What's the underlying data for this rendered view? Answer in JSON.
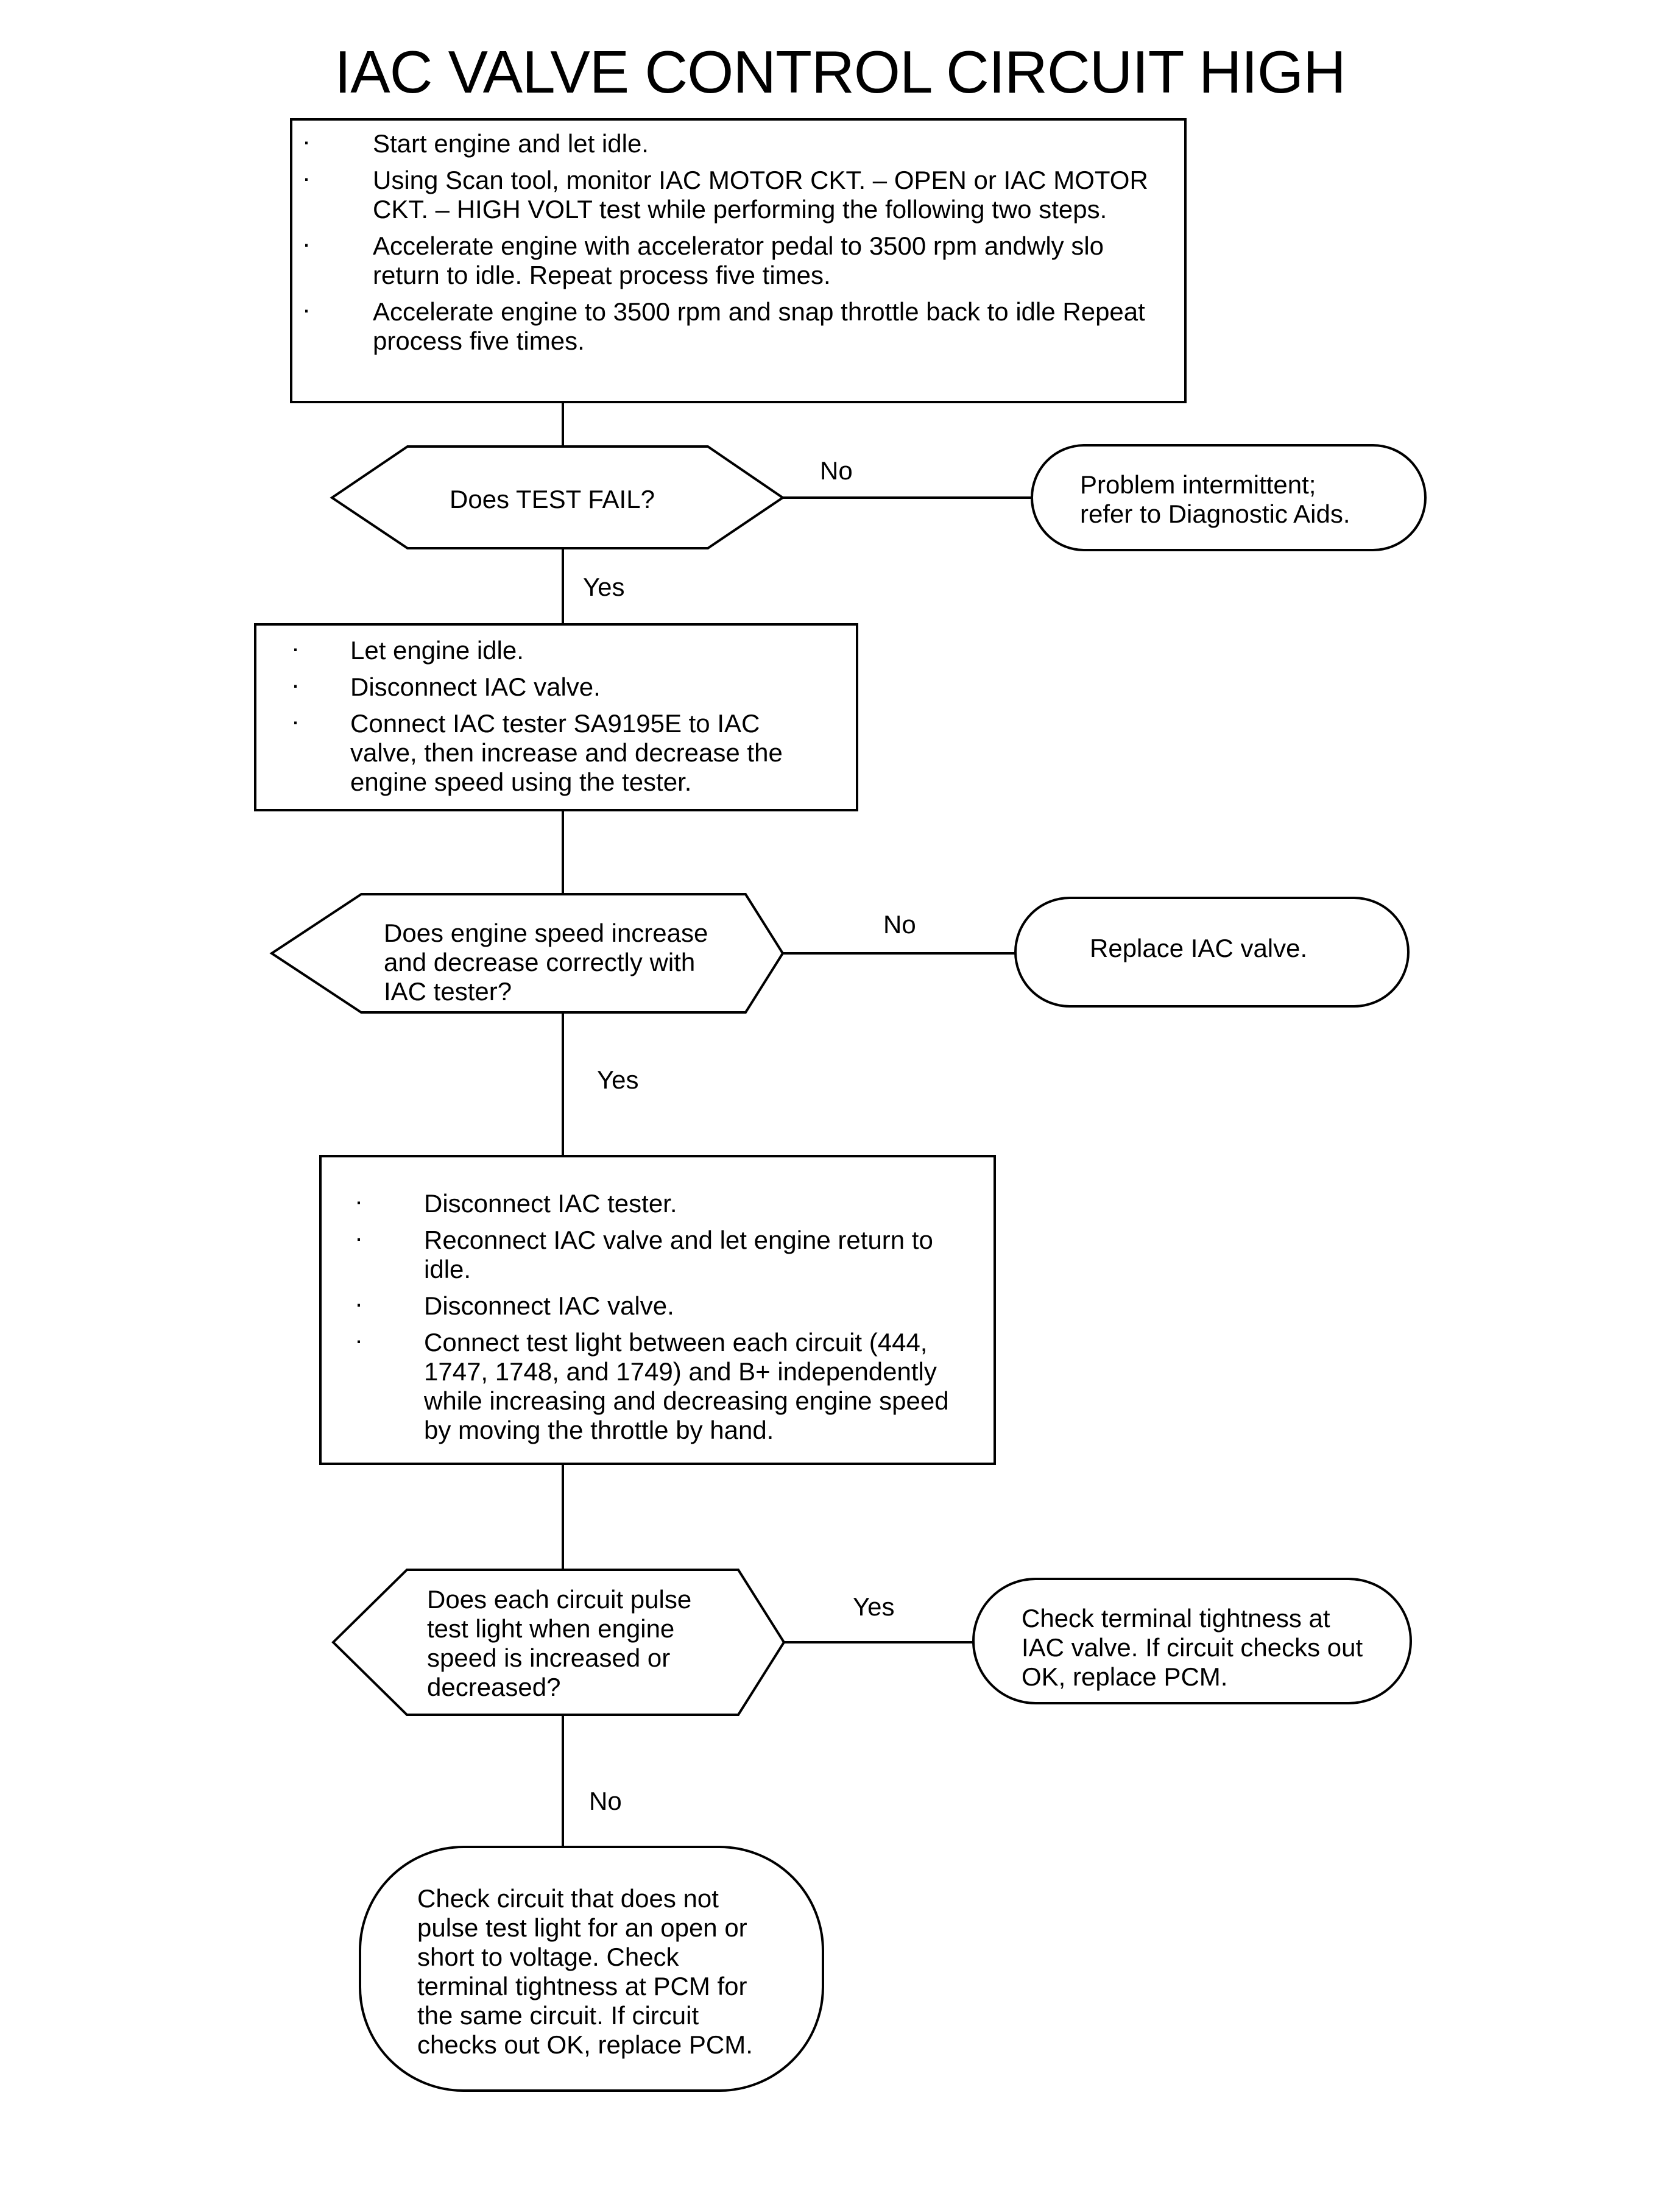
{
  "title": "IAC VALVE CONTROL CIRCUIT HIGH",
  "step1": {
    "items": [
      "Start engine and let idle.",
      "Using Scan tool, monitor IAC MOTOR CKT. – OPEN or IAC MOTOR CKT. – HIGH VOLT test while performing the following two steps.",
      "Accelerate engine with accelerator pedal to 3500 rpm andwly slo return to idle. Repeat process five times.",
      "Accelerate engine to 3500 rpm and snap throttle back to idle Repeat process five times."
    ]
  },
  "decision1": {
    "question": "Does TEST FAIL?",
    "no_label": "No",
    "yes_label": "Yes",
    "no_result": [
      "Problem intermittent;",
      "refer to Diagnostic Aids."
    ]
  },
  "step2": {
    "items": [
      "Let engine idle.",
      "Disconnect IAC valve.",
      "Connect IAC tester SA9195E to IAC valve, then increase and decrease the engine speed using the tester."
    ]
  },
  "decision2": {
    "question": [
      "Does engine speed increase",
      "and decrease correctly with",
      "IAC tester?"
    ],
    "no_label": "No",
    "yes_label": "Yes",
    "no_result": "Replace IAC valve."
  },
  "step3": {
    "items": [
      "Disconnect IAC tester.",
      "Reconnect IAC valve and let engine return to idle.",
      "Disconnect IAC valve.",
      "Connect test light between each circuit (444, 1747, 1748, and 1749) and B+ independently while increasing and decreasing engine speed by moving the throttle by hand."
    ]
  },
  "decision3": {
    "question": [
      "Does each circuit pulse",
      "test light when engine",
      "speed is increased or",
      "decreased?"
    ],
    "yes_label": "Yes",
    "no_label": "No",
    "yes_result": [
      "Check terminal tightness at",
      "IAC valve. If circuit checks out",
      "OK, replace PCM."
    ],
    "no_result": [
      "Check circuit that does not",
      "pulse test light for an open or",
      "short to voltage. Check",
      "terminal tightness at PCM for",
      "the same circuit. If circuit",
      "checks out OK, replace PCM."
    ]
  }
}
